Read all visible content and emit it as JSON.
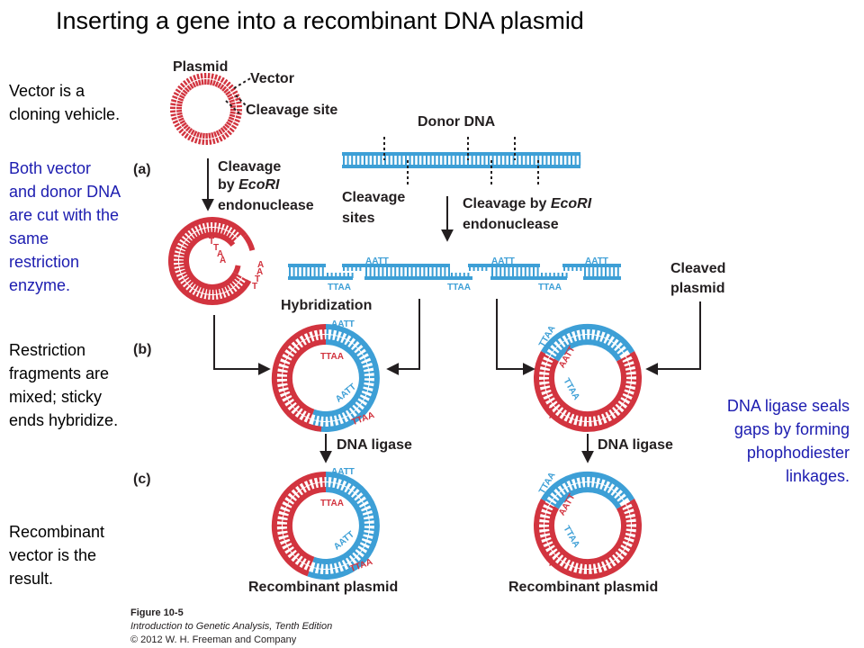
{
  "title": "Inserting a gene into a recombinant DNA plasmid",
  "notes_left": {
    "vector": [
      "Vector is a",
      "cloning vehicle."
    ],
    "cut": [
      "Both vector",
      "and donor DNA",
      "are cut with the",
      "same",
      "restriction",
      "enzyme."
    ],
    "mixed": [
      "Restriction",
      "fragments are",
      "mixed; sticky",
      "ends hybridize."
    ],
    "result": [
      "Recombinant",
      "vector is the",
      "result."
    ]
  },
  "notes_right": [
    "DNA ligase seals",
    "gaps by forming",
    "phophodiester",
    "linkages."
  ],
  "figure": {
    "plasmid": "Plasmid",
    "vector": "Vector",
    "cleavage_site": "Cleavage site",
    "donor_dna": "Donor DNA",
    "step_a": "(a)",
    "step_b": "(b)",
    "step_c": "(c)",
    "cleavage_1": [
      "Cleavage",
      "by ",
      "EcoRI",
      "endonuclease"
    ],
    "cleavage_sites": [
      "Cleavage",
      "sites"
    ],
    "cleavage_2": [
      "Cleavage by ",
      "EcoRI",
      "endonuclease"
    ],
    "cleaved_plasmid": [
      "Cleaved",
      "plasmid"
    ],
    "hybridization": "Hybridization",
    "dna_ligase": "DNA ligase",
    "recombinant_plasmid": "Recombinant plasmid",
    "seq_top": "AATT",
    "seq_bottom": "TTAA",
    "seq_letters_1": [
      "T",
      "T",
      "A",
      "A"
    ],
    "seq_letters_2": [
      "A",
      "A",
      "T",
      "T"
    ]
  },
  "caption": {
    "figure_no": "Figure 10-5",
    "book": "Introduction to Genetic Analysis, Tenth Edition",
    "copyright": "© 2012 W. H. Freeman and Company"
  },
  "colors": {
    "red": "#d2343f",
    "blue": "#3d9fd6",
    "text_blue": "#1c1cb0"
  }
}
